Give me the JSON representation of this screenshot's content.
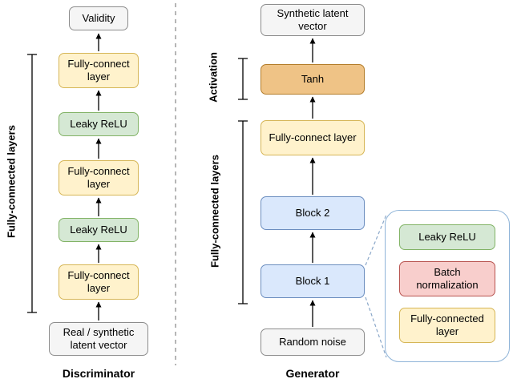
{
  "discriminator": {
    "caption": "Discriminator",
    "bracket_label": "Fully-connected layers",
    "output_label": "Validity",
    "layers": [
      "Fully-connect layer",
      "Leaky ReLU",
      "Fully-connect layer",
      "Leaky ReLU",
      "Fully-connect layer"
    ],
    "input_label": "Real / synthetic latent vector"
  },
  "generator": {
    "caption": "Generator",
    "activation_bracket_label": "Activation",
    "bracket_label": "Fully-connected layers",
    "output_label": "Synthetic latent vector",
    "activation_label": "Tanh",
    "fc_label": "Fully-connect layer",
    "block2_label": "Block 2",
    "block1_label": "Block 1",
    "input_label": "Random noise"
  },
  "block1_detail": {
    "items": [
      "Leaky ReLU",
      "Batch normalization",
      "Fully-connected layer"
    ]
  },
  "colors": {
    "yellow_fill": "#fff2cc",
    "yellow_border": "#d6b656",
    "green_fill": "#d5e8d4",
    "green_border": "#82b366",
    "blue_fill": "#dae8fc",
    "blue_border": "#6c8ebf",
    "orange_fill": "#efc386",
    "orange_border": "#b37d2b",
    "pink_fill": "#f8cecc",
    "pink_border": "#b85450",
    "gray_fill": "#f5f5f5",
    "gray_border": "#8c8c8c",
    "callout_border": "#8fb4d8"
  }
}
